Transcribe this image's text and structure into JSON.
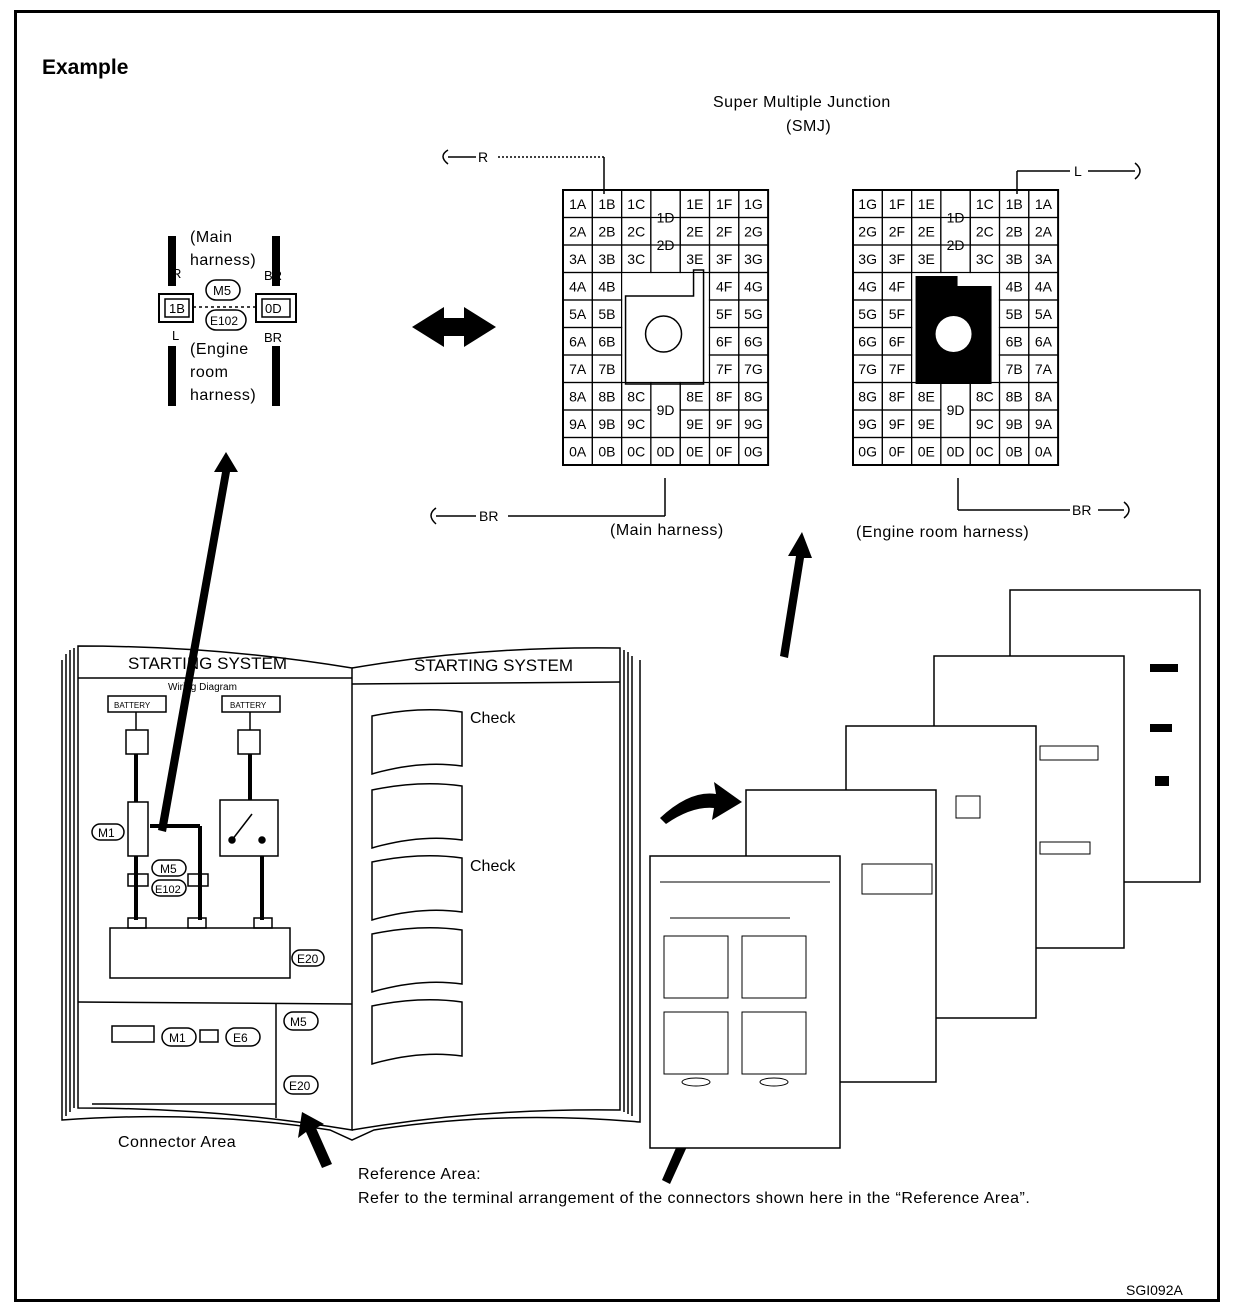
{
  "header": {
    "example_label": "Example"
  },
  "smj": {
    "title_line1": "Super Multiple Junction",
    "title_line2": "(SMJ)",
    "main_harness_label": "(Main harness)",
    "engine_room_label": "(Engine room harness)",
    "wire_main_top": "R",
    "wire_main_bottom": "BR",
    "wire_engine_top": "L",
    "wire_engine_bottom": "BR",
    "main_rows": [
      [
        "1A",
        "1B",
        "1C",
        "1D",
        "1E",
        "1F",
        "1G"
      ],
      [
        "2A",
        "2B",
        "2C",
        "2D",
        "2E",
        "2F",
        "2G"
      ],
      [
        "3A",
        "3B",
        "3C",
        "",
        "3E",
        "3F",
        "3G"
      ],
      [
        "4A",
        "4B",
        "",
        "",
        "",
        "4F",
        "4G"
      ],
      [
        "5A",
        "5B",
        "",
        "",
        "",
        "5F",
        "5G"
      ],
      [
        "6A",
        "6B",
        "",
        "",
        "",
        "6F",
        "6G"
      ],
      [
        "7A",
        "7B",
        "",
        "",
        "",
        "7F",
        "7G"
      ],
      [
        "8A",
        "8B",
        "8C",
        "9D",
        "8E",
        "8F",
        "8G"
      ],
      [
        "9A",
        "9B",
        "9C",
        "",
        "9E",
        "9F",
        "9G"
      ],
      [
        "0A",
        "0B",
        "0C",
        "0D",
        "0E",
        "0F",
        "0G"
      ]
    ],
    "engine_rows": [
      [
        "1G",
        "1F",
        "1E",
        "1D",
        "1C",
        "1B",
        "1A"
      ],
      [
        "2G",
        "2F",
        "2E",
        "2D",
        "2C",
        "2B",
        "2A"
      ],
      [
        "3G",
        "3F",
        "3E",
        "",
        "3C",
        "3B",
        "3A"
      ],
      [
        "4G",
        "4F",
        "",
        "",
        "",
        "4B",
        "4A"
      ],
      [
        "5G",
        "5F",
        "",
        "",
        "",
        "5B",
        "5A"
      ],
      [
        "6G",
        "6F",
        "",
        "",
        "",
        "6B",
        "6A"
      ],
      [
        "7G",
        "7F",
        "",
        "",
        "",
        "7B",
        "7A"
      ],
      [
        "8G",
        "8F",
        "8E",
        "9D",
        "8C",
        "8B",
        "8A"
      ],
      [
        "9G",
        "9F",
        "9E",
        "",
        "9C",
        "9B",
        "9A"
      ],
      [
        "0G",
        "0F",
        "0E",
        "0D",
        "0C",
        "0B",
        "0A"
      ]
    ]
  },
  "connector_detail": {
    "main_harness": "(Main\nharness)",
    "engine_room": "(Engine\nroom\nharness)",
    "wire_r": "R",
    "wire_l": "L",
    "wire_br_top": "BR",
    "wire_br_bottom": "BR",
    "left_terminal": "1B",
    "right_terminal": "0D",
    "connector_upper": "M5",
    "connector_lower": "E102"
  },
  "book": {
    "left_title": "STARTING SYSTEM",
    "left_subtitle": "Wiring Diagram",
    "right_title": "STARTING SYSTEM",
    "check_1": "Check",
    "check_2": "Check",
    "battery_1": "BATTERY",
    "battery_2": "BATTERY",
    "label_m1": "M1",
    "label_m5": "M5",
    "label_e102": "E102",
    "label_e20": "E20",
    "label_e6": "E6",
    "ref_m5": "M5",
    "ref_e20": "E20",
    "connector_area": "Connector Area"
  },
  "reference": {
    "line1": "Reference Area:",
    "line2": "Refer to the terminal arrangement of the connectors shown here in the “Reference Area”."
  },
  "footer": {
    "code": "SGI092A"
  }
}
